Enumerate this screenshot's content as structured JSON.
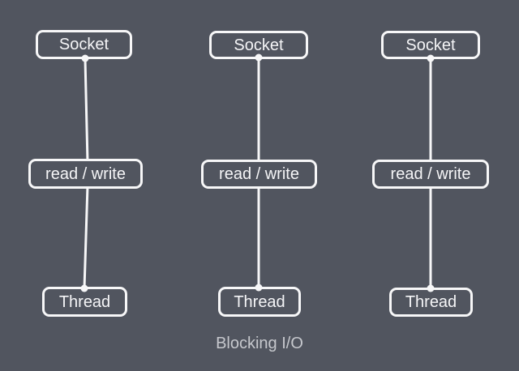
{
  "caption": "Blocking I/O",
  "colors": {
    "background": "#51555f",
    "node_border": "#f7f7f8",
    "node_text": "#f5f5f7",
    "connector": "#f7f7f8",
    "caption_text": "#c6c8cd"
  },
  "columns": [
    {
      "socket_label": "Socket",
      "readwrite_label": "read / write",
      "thread_label": "Thread"
    },
    {
      "socket_label": "Socket",
      "readwrite_label": "read / write",
      "thread_label": "Thread"
    },
    {
      "socket_label": "Socket",
      "readwrite_label": "read / write",
      "thread_label": "Thread"
    }
  ]
}
